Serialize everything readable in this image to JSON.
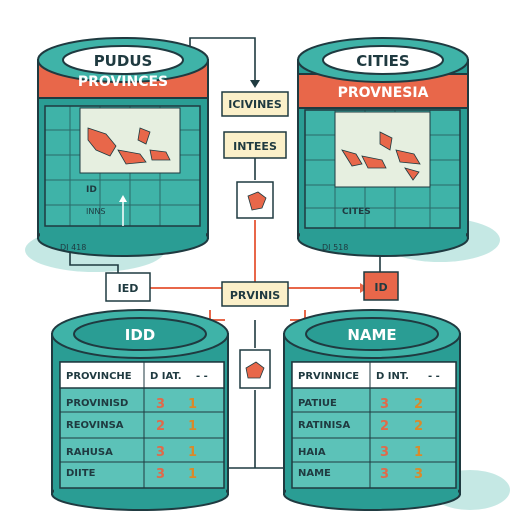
{
  "top_left": {
    "title": "PUDUS",
    "band": "PROVINCES",
    "id_label": "ID",
    "sub_label": "INNS",
    "foot_label": "DI 418"
  },
  "top_right": {
    "title": "CITIES",
    "band": "PROVNESIA",
    "sub_label": "CITES",
    "foot_label": "DI 518"
  },
  "center_tags": {
    "tag1": "ICIVINES",
    "tag2": "INTEES",
    "tag3": "PRVINIS"
  },
  "side_tags": {
    "left": "IED",
    "right": "ID"
  },
  "bottom_left": {
    "title": "IDD",
    "header": [
      "PROVINCHE",
      "D IAT.",
      "- -"
    ],
    "rows": [
      {
        "name": "PROVINISD",
        "a": "3",
        "b": "1"
      },
      {
        "name": "REOVINSA",
        "a": "2",
        "b": "1"
      },
      {
        "name": "RAHUSA",
        "a": "3",
        "b": "1"
      },
      {
        "name": "DIITE",
        "a": "3",
        "b": "1"
      }
    ]
  },
  "bottom_right": {
    "title": "NAME",
    "header": [
      "PRVINNICE",
      "D INT.",
      "- -"
    ],
    "rows": [
      {
        "name": "PATIUE",
        "a": "3",
        "b": "2"
      },
      {
        "name": "RATINISA",
        "a": "2",
        "b": "2"
      },
      {
        "name": "HAIA",
        "a": "3",
        "b": "1"
      },
      {
        "name": "NAME",
        "a": "3",
        "b": "3"
      }
    ]
  },
  "colors": {
    "teal": "#2a9d94",
    "teal_dark": "#1e6f6d",
    "teal_light": "#5cc2b8",
    "coral": "#e8674a",
    "cream": "#fbf0c9",
    "outline": "#1f3a40"
  }
}
